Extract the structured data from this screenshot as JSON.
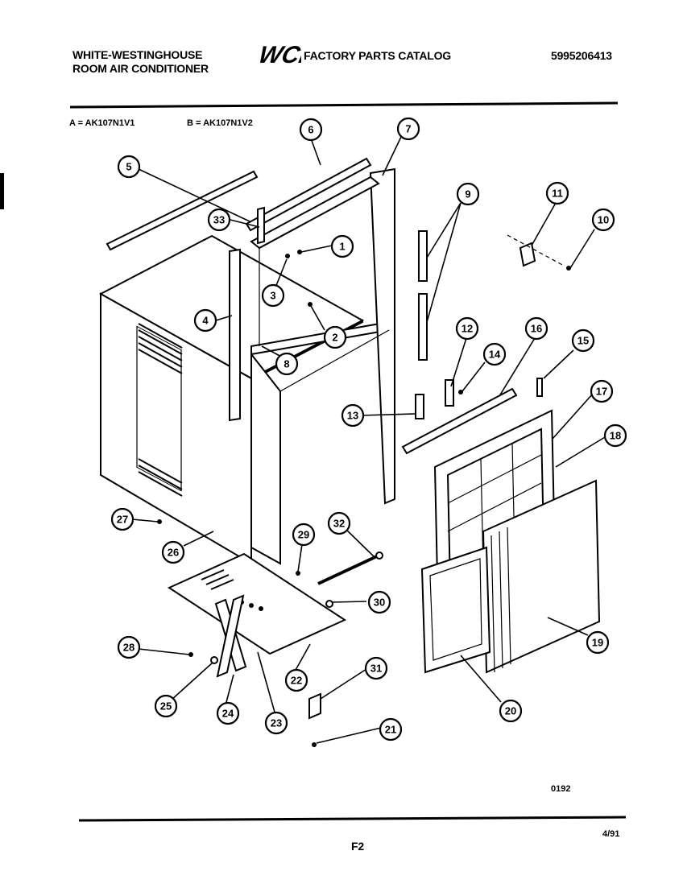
{
  "header": {
    "brand_line1": "WHITE-WESTINGHOUSE",
    "brand_line2": "ROOM AIR CONDITIONER",
    "logo": "WCI",
    "catalog_title": "FACTORY PARTS CATALOG",
    "catalog_number": "5995206413"
  },
  "models": {
    "a": "A = AK107N1V1",
    "b": "B = AK107N1V2"
  },
  "callouts": [
    "1",
    "2",
    "3",
    "4",
    "5",
    "6",
    "7",
    "8",
    "9",
    "10",
    "11",
    "12",
    "13",
    "14",
    "15",
    "16",
    "17",
    "18",
    "19",
    "20",
    "21",
    "22",
    "23",
    "24",
    "25",
    "26",
    "27",
    "28",
    "29",
    "30",
    "31",
    "32",
    "33"
  ],
  "footer": {
    "drawing_code": "0192",
    "date": "4/91",
    "page": "F2"
  }
}
